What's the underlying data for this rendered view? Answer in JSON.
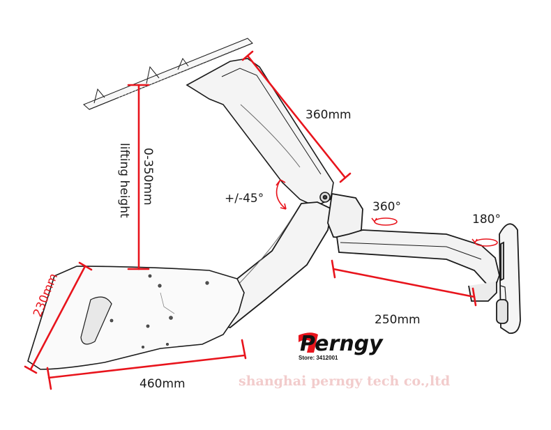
{
  "dimensions": {
    "arm_length": "360mm",
    "lifting_range": "0-350mm",
    "lifting_label": "lifting height",
    "tilt": "+/-45°",
    "swivel_mid": "360°",
    "swivel_wall": "180°",
    "lower_arm": "250mm",
    "tray_width": "460mm",
    "tray_depth": "230mm"
  },
  "brand": {
    "logo_text": "Perngy",
    "store": "Store: 3412001"
  },
  "watermark": "shanghai perngy tech co.,ltd",
  "colors": {
    "dimension_red": "#e8141c",
    "outline": "#1b1b1b",
    "watermark_pink": "#f2cccc"
  }
}
